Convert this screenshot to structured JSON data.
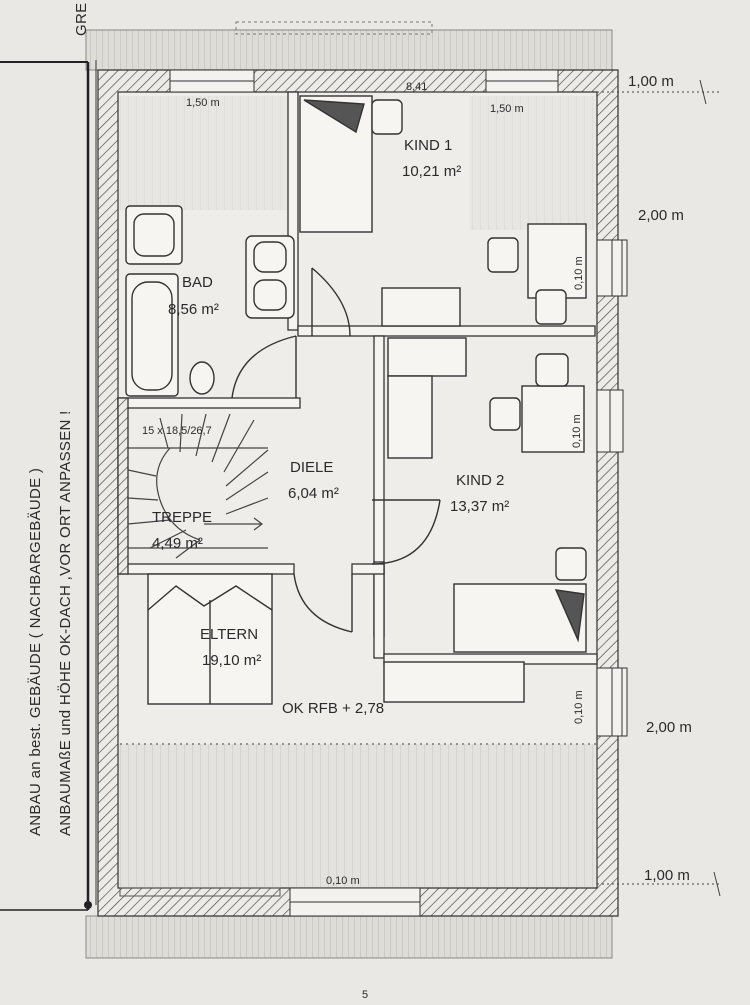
{
  "side_notes": {
    "line1": "ANBAU an best. GEBÄUDE ( NACHBARGEBÄUDE )",
    "line2": "ANBAUMAßE  und HÖHE OK-DACH ,VOR ORT ANPASSEN !"
  },
  "top_corner_label": "GRE",
  "page_number": "5",
  "rooms": {
    "kind1": {
      "name": "KIND 1",
      "area": "10,21 m²"
    },
    "bad": {
      "name": "BAD",
      "area": "8,56 m²"
    },
    "diele": {
      "name": "DIELE",
      "area": "6,04 m²"
    },
    "kind2": {
      "name": "KIND 2",
      "area": "13,37 m²"
    },
    "treppe": {
      "name": "TREPPE",
      "area": "4,49 m²",
      "spec": "15 x 18,5/26,7"
    },
    "eltern": {
      "name": "ELTERN",
      "area": "19,10 m²"
    }
  },
  "level_note": "OK RFB  + 2,78",
  "dimensions": {
    "right_top": "1,00 m",
    "right_upper_mid": "2,00 m",
    "right_lower_mid": "2,00 m",
    "right_bottom": "1,00 m",
    "window_left": "1,50 m",
    "window_right": "1,50 m",
    "wall_top": "8,41",
    "sill_1": "0,10 m",
    "sill_2": "0,10 m",
    "sill_3": "0,10 m",
    "bottom_sill": "0,10 m"
  }
}
